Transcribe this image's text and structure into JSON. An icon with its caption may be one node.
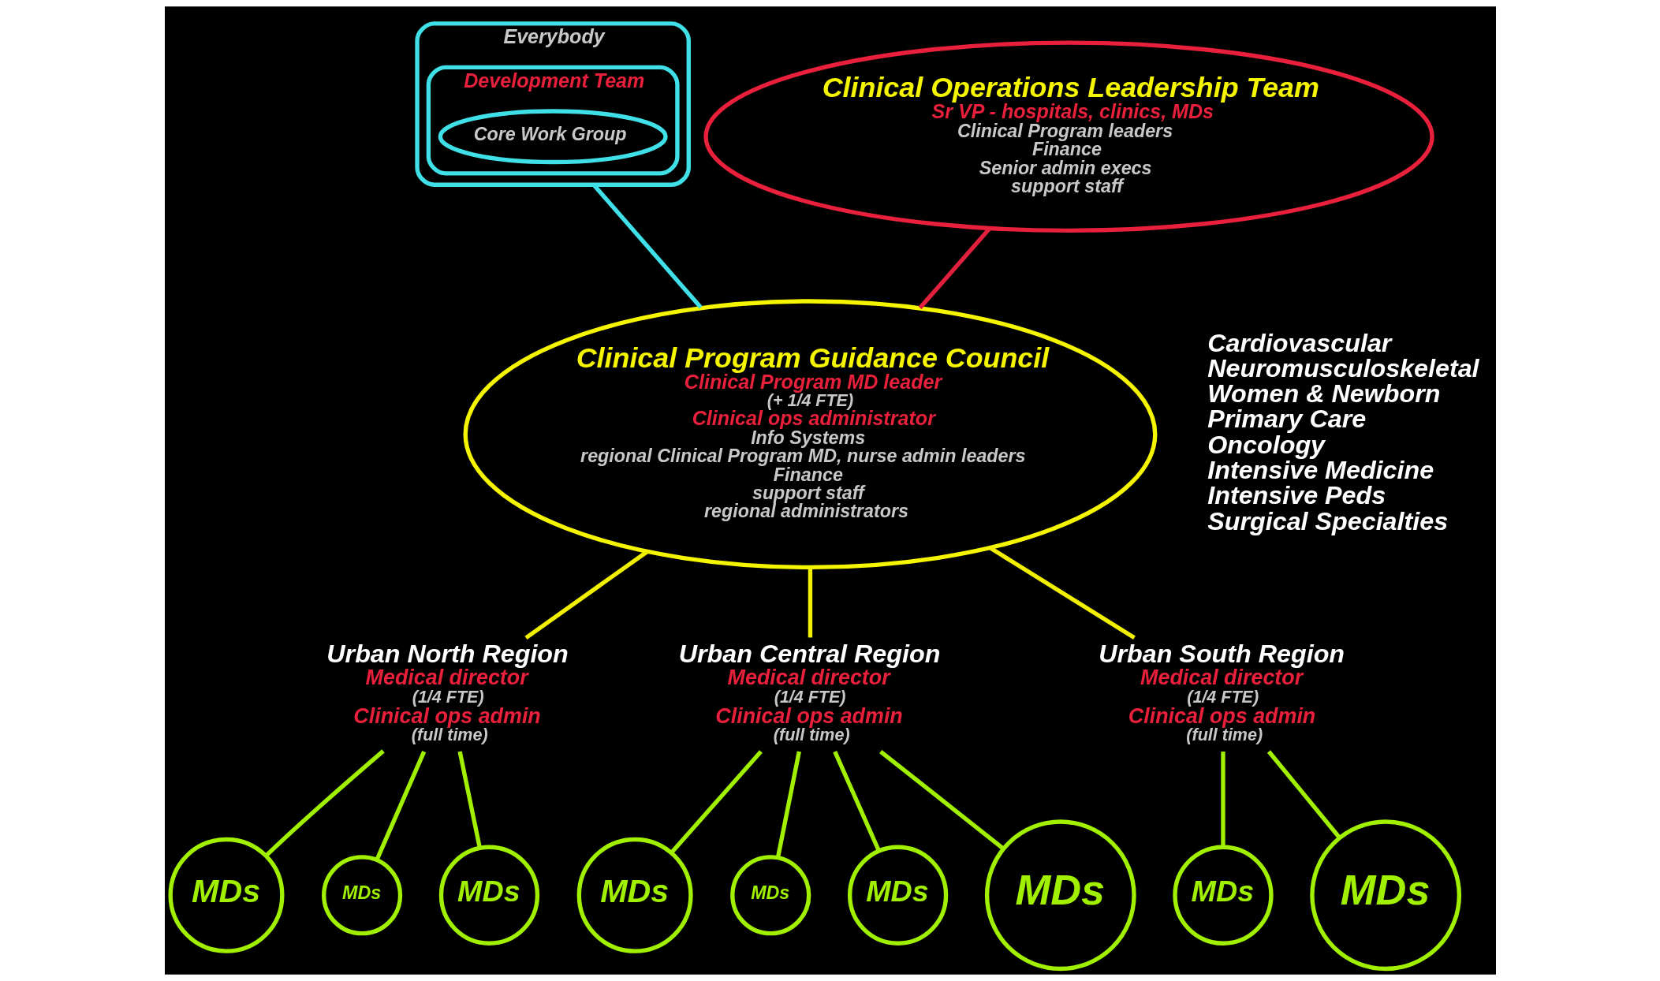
{
  "diagram": {
    "nodes": [
      {
        "text": [
          "Everybody"
        ]
      },
      {
        "text": [
          "Development Team"
        ],
        "in": 0
      },
      {
        "text": [
          "Core Work Group"
        ],
        "in": 1
      },
      {
        "text": [
          "Clinical Operations Leadership Team",
          "Sr VP - hospitals, clinics, MDs",
          "Clinical Program leaders",
          "Finance",
          "Senior admin execs",
          "support staff"
        ]
      },
      {
        "text": [
          "Clinical Program Guidance Council",
          "Clinical Program MD leader",
          "(+ 1/4 FTE)",
          "Clinical ops administrator",
          "Info Systems",
          "regional Clinical Program MD, nurse admin leaders",
          "Finance",
          "support staff",
          "regional administrators"
        ]
      },
      {
        "text": [
          "Urban North Region",
          "Medical director",
          "(1/4 FTE)",
          "Clinical ops admin",
          "(full time)"
        ]
      },
      {
        "text": [
          "Urban Central Region",
          "Medical director",
          "(1/4 FTE)",
          "Clinical ops admin",
          "(full time)"
        ]
      },
      {
        "text": [
          "Urban South Region",
          "Medical director",
          "(1/4 FTE)",
          "Clinical ops admin",
          "(full time)"
        ]
      },
      {
        "text": [
          "MDs"
        ]
      },
      {
        "text": [
          "MDs"
        ]
      },
      {
        "text": [
          "MDs"
        ]
      },
      {
        "text": [
          "MDs"
        ]
      },
      {
        "text": [
          "MDs"
        ]
      },
      {
        "text": [
          "MDs"
        ]
      },
      {
        "text": [
          "MDs"
        ]
      },
      {
        "text": [
          "MDs"
        ]
      },
      {
        "text": [
          "MDs"
        ]
      }
    ],
    "edges": [
      {
        "from": 0,
        "to": 4,
        "arrow": "none",
        "color": "#40e0e8"
      },
      {
        "from": 3,
        "to": 4,
        "arrow": "none",
        "color": "#e0203c"
      },
      {
        "from": 4,
        "to": 5,
        "arrow": "none",
        "color": "#f0f000"
      },
      {
        "from": 4,
        "to": 6,
        "arrow": "none",
        "color": "#f0f000"
      },
      {
        "from": 4,
        "to": 7,
        "arrow": "none",
        "color": "#f0f000"
      },
      {
        "from": 5,
        "to": 8,
        "arrow": "none"
      },
      {
        "from": 5,
        "to": 9,
        "arrow": "none"
      },
      {
        "from": 5,
        "to": 10,
        "arrow": "none"
      },
      {
        "from": 6,
        "to": 11,
        "arrow": "none"
      },
      {
        "from": 6,
        "to": 12,
        "arrow": "none"
      },
      {
        "from": 6,
        "to": 13,
        "arrow": "none"
      },
      {
        "from": 6,
        "to": 14,
        "arrow": "none"
      },
      {
        "from": 7,
        "to": 15,
        "arrow": "none"
      },
      {
        "from": 7,
        "to": 16,
        "arrow": "none"
      }
    ],
    "labels": [
      "Cardiovascular",
      "Neuromusculoskeletal",
      "Women & Newborn",
      "Primary Care",
      "Oncology",
      "Intensive Medicine",
      "Intensive Peds",
      "Surgical Specialties"
    ]
  }
}
